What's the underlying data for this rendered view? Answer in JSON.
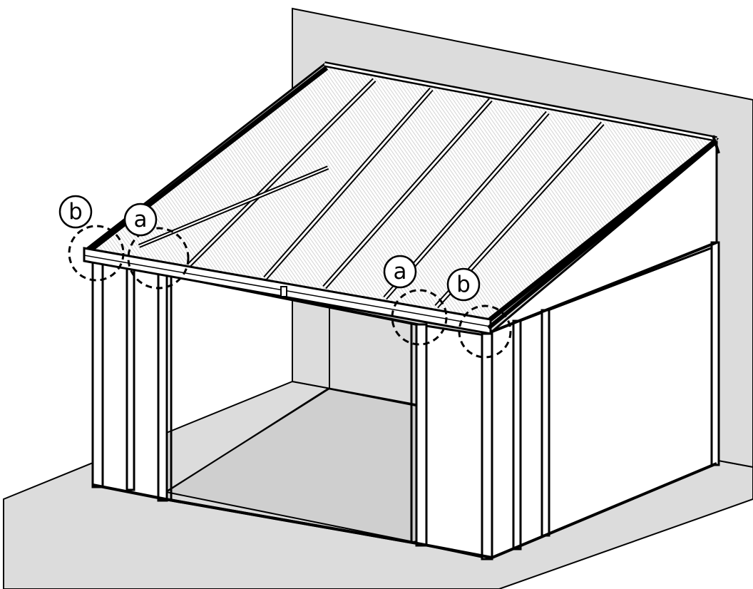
{
  "callouts": [
    {
      "id": "b-left",
      "label": "b"
    },
    {
      "id": "a-left",
      "label": "a"
    },
    {
      "id": "a-right",
      "label": "a"
    },
    {
      "id": "b-right",
      "label": "b"
    }
  ],
  "colors": {
    "ground": "#dcdcdc",
    "wall": "#dcdcdc",
    "outline": "#000000",
    "glass": "#ffffff",
    "roof_hatch": "#c8c8c8"
  }
}
